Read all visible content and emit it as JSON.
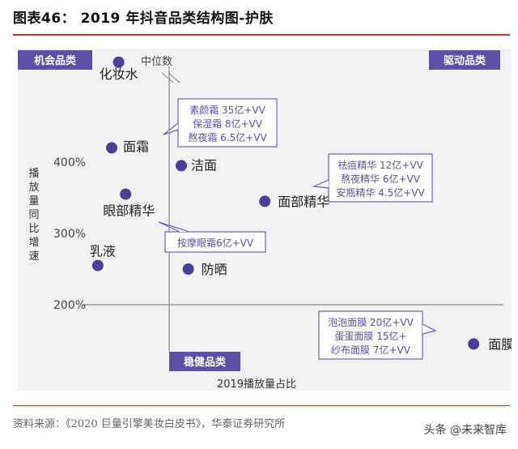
{
  "figure_title": "图表46： 2019 年抖音品类结构图-护肤",
  "source": "资料来源：《2020 巨量引擎美妆白皮书》，华泰证券研究所",
  "watermark": "头条 @未来智库",
  "colors": {
    "quadrant_label_bg": "#5b4fa8",
    "point": "#4a3f9c",
    "callout_border": "#6a5fb5",
    "callout_text": "#5b4fa8",
    "axis": "#888888",
    "rule": "#c0392b"
  },
  "chart_data": {
    "type": "scatter",
    "xlabel": "2019播放量占比",
    "ylabel": "播放量同比增速",
    "median_label": "中位数",
    "yticks": [
      {
        "value": 400,
        "label": "400%"
      },
      {
        "value": 300,
        "label": "300%"
      },
      {
        "value": 200,
        "label": "200%"
      }
    ],
    "quadrants": {
      "top_left": "机会品类",
      "top_right": "驱动品类",
      "bottom": "稳健品类"
    },
    "points": [
      {
        "name": "化妆水",
        "x": 1.1,
        "y": 540
      },
      {
        "name": "面霜",
        "x": 1.0,
        "y": 420
      },
      {
        "name": "洁面",
        "x": 2.0,
        "y": 395
      },
      {
        "name": "眼部精华",
        "x": 1.2,
        "y": 355
      },
      {
        "name": "乳液",
        "x": 0.8,
        "y": 255
      },
      {
        "name": "防晒",
        "x": 2.1,
        "y": 250
      },
      {
        "name": "面部精华",
        "x": 3.2,
        "y": 345
      },
      {
        "name": "面膜",
        "x": 6.2,
        "y": 145
      }
    ],
    "callouts": [
      {
        "id": "skincare-cream",
        "lines": [
          "素颜霜 35亿+VV",
          "保湿霜 8亿+VV",
          "熬夜霜 6.5亿+VV"
        ]
      },
      {
        "id": "essence",
        "lines": [
          "祛痘精华 12亿+VV",
          "熬夜精华 6亿+VV",
          "安瓶精华 4.5亿+VV"
        ]
      },
      {
        "id": "eye-cream",
        "lines": [
          "按摩眼霜6亿+VV"
        ]
      },
      {
        "id": "mask",
        "lines": [
          "泡泡面膜 20亿+VV",
          "蛋蛋面膜 15亿+",
          "纱布面膜 7亿+VV"
        ]
      }
    ]
  }
}
